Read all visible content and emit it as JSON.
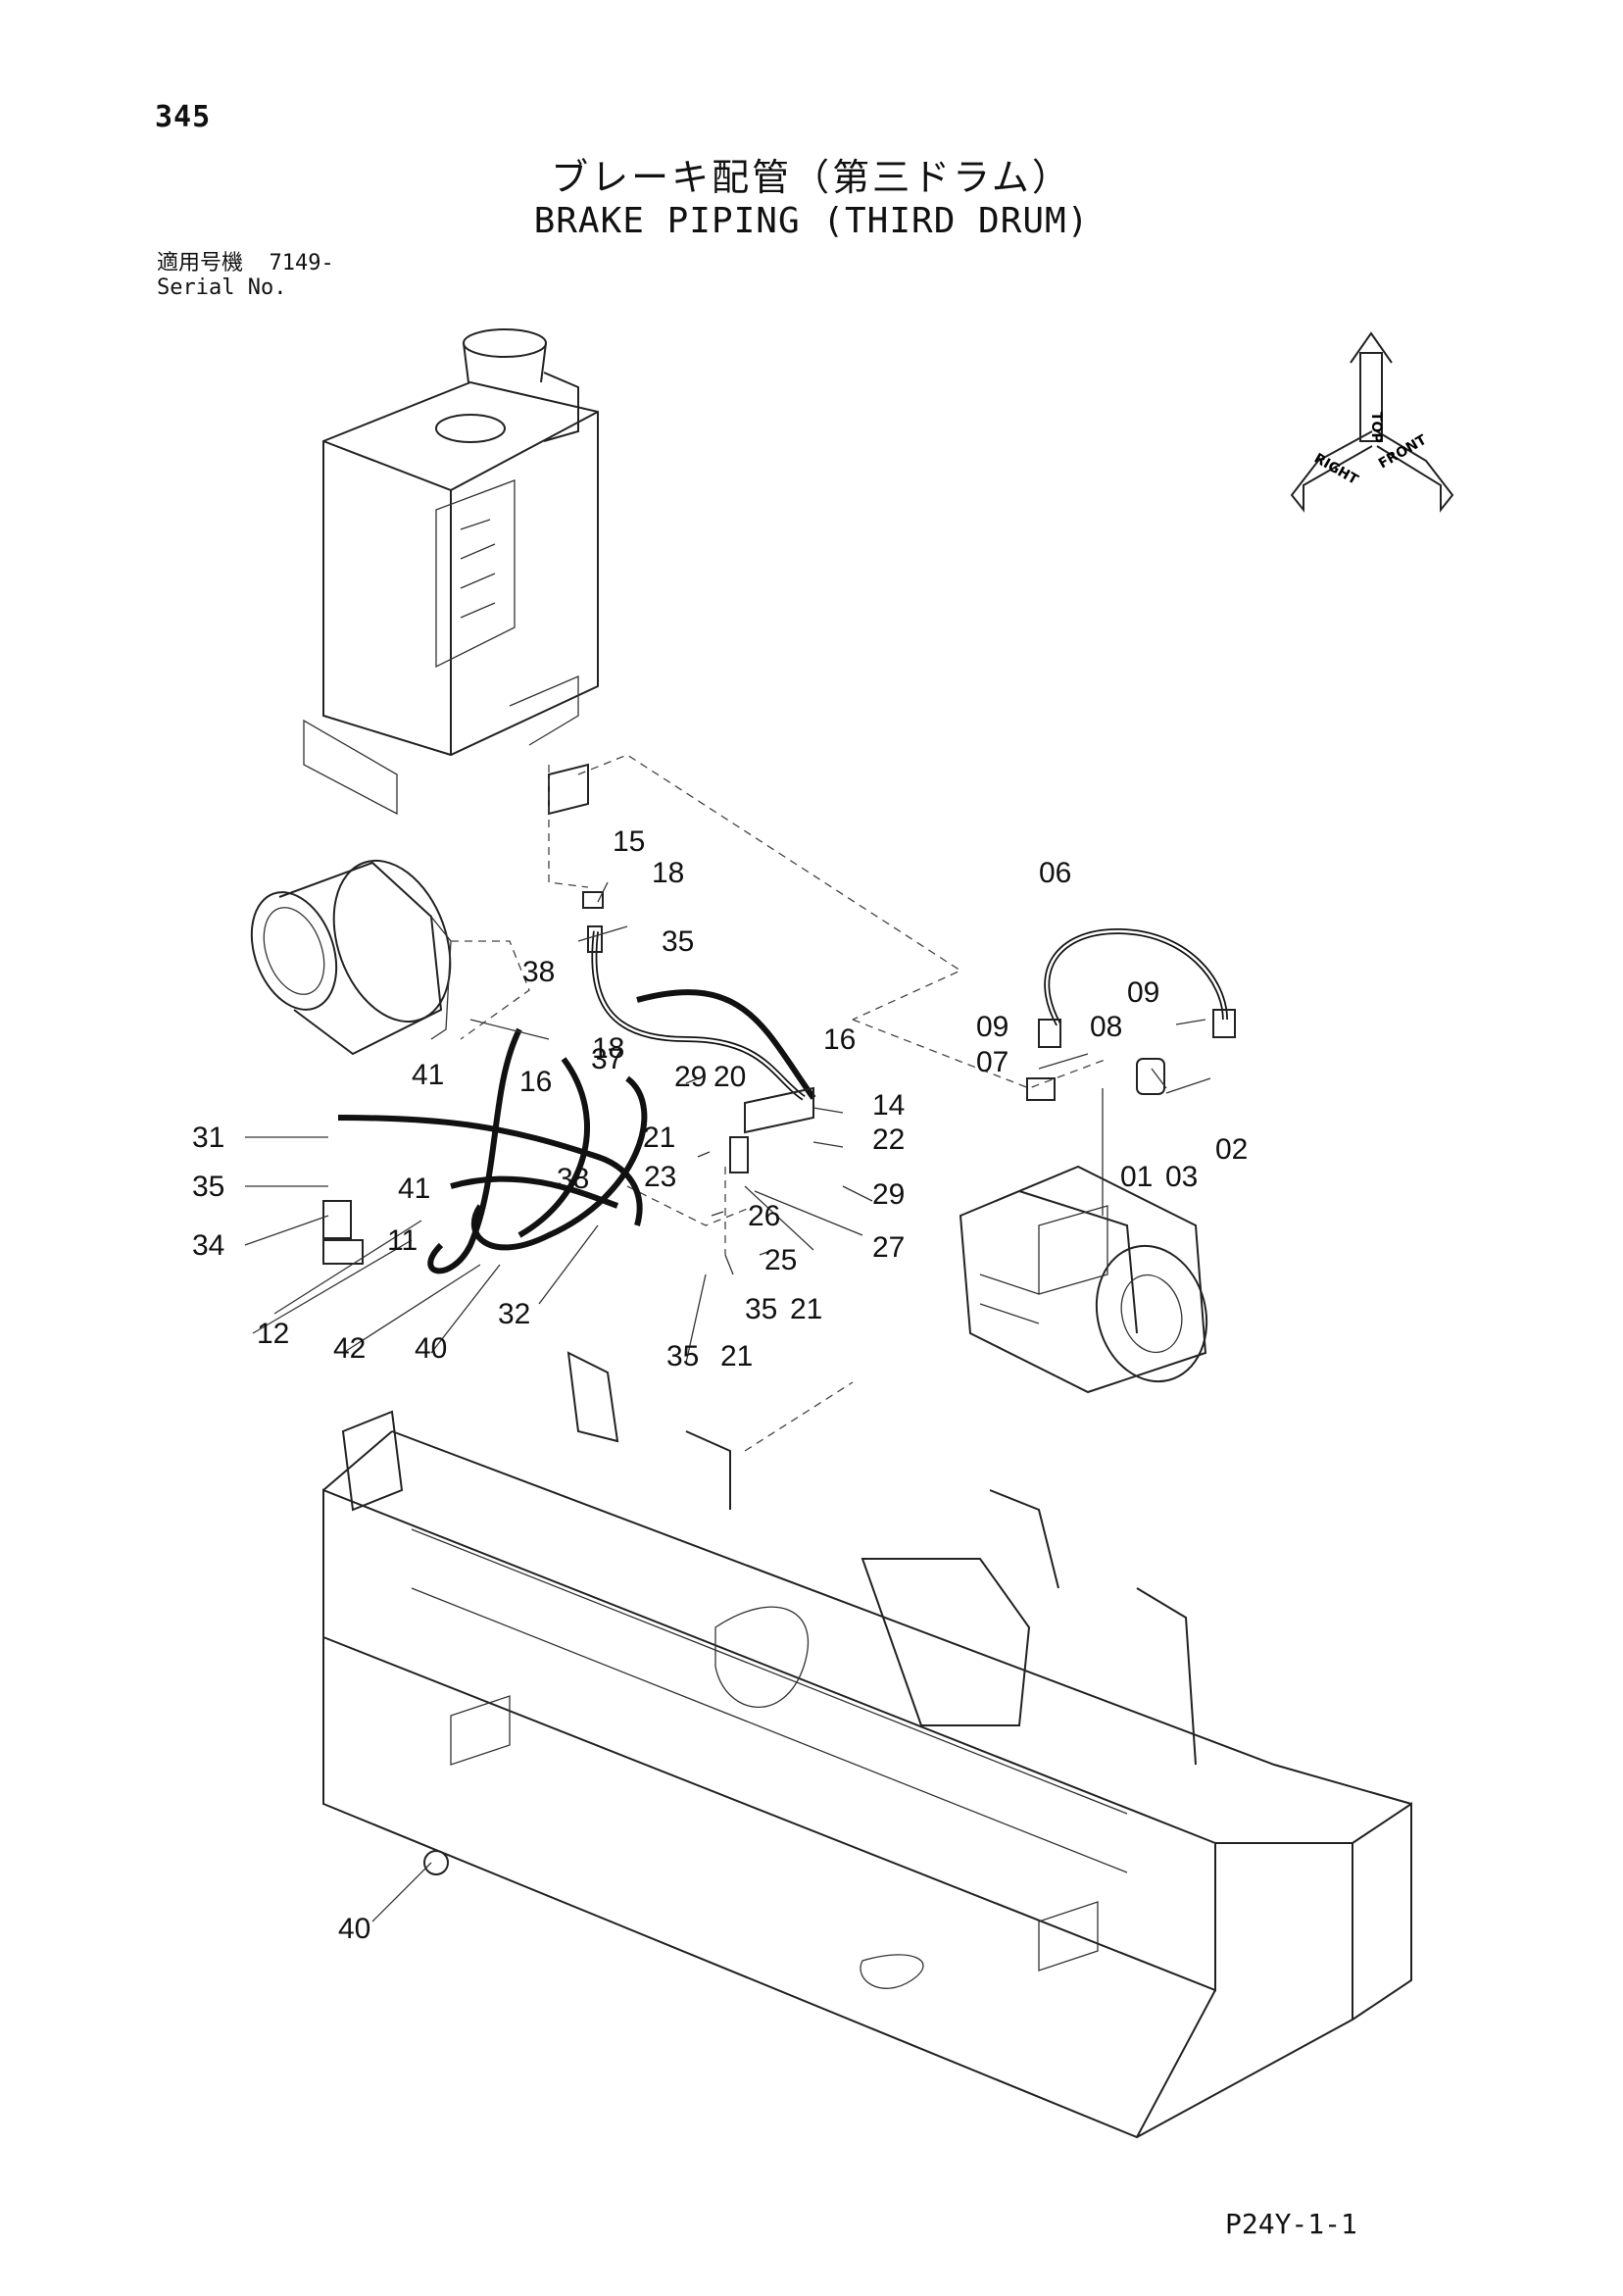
{
  "header": {
    "page_number": "345",
    "title_jp": "ブレーキ配管（第三ドラム）",
    "title_en": "BRAKE PIPING (THIRD DRUM)",
    "serial_label_jp": "適用号機",
    "serial_value": "7149-",
    "serial_label_en": "Serial No."
  },
  "orientation_icon": {
    "labels": [
      "TOP",
      "FRONT",
      "RIGHT"
    ]
  },
  "part_labels": [
    "15",
    "18",
    "06",
    "38",
    "35",
    "09",
    "08",
    "09",
    "07",
    "18",
    "16",
    "16",
    "41",
    "37",
    "29",
    "20",
    "14",
    "31",
    "22",
    "01",
    "03",
    "02",
    "21",
    "23",
    "29",
    "35",
    "41",
    "38",
    "26",
    "27",
    "34",
    "11",
    "25",
    "12",
    "42",
    "40",
    "32",
    "35",
    "21",
    "35",
    "21",
    "40"
  ],
  "footer": {
    "code": "P24Y-1-1"
  }
}
